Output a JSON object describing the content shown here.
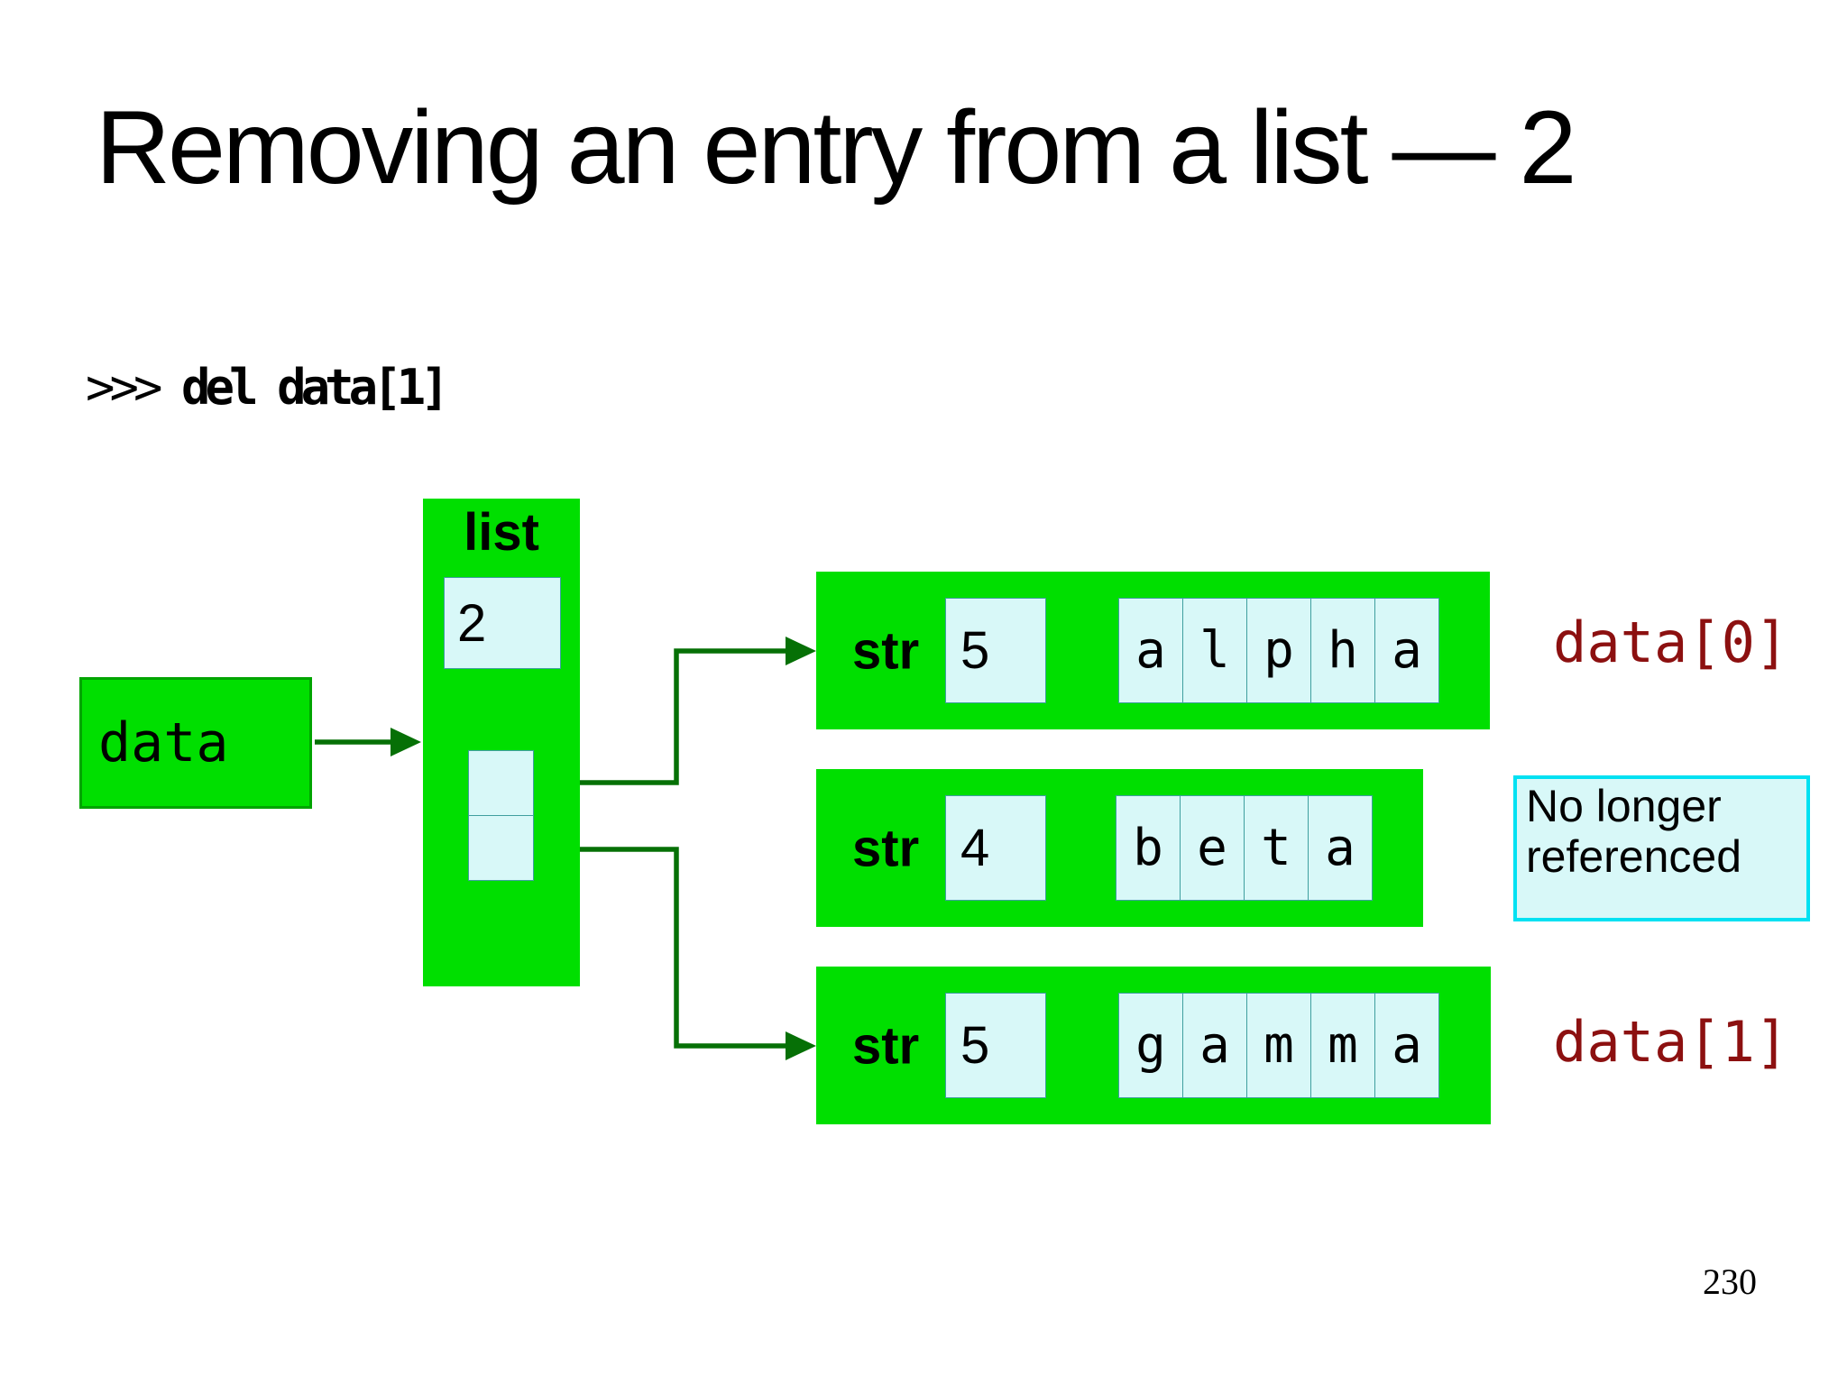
{
  "slide": {
    "title": "Removing an entry from a list — 2",
    "page_number": "230",
    "code": {
      "prompt": ">>> ",
      "statement": "del data[1]"
    }
  },
  "colors": {
    "green_fill": "#00df00",
    "dark_green_arrow": "#067006",
    "cell_fill": "#d8f8f8",
    "cell_border": "#3f9f9f",
    "cyan_note_border": "#00e1f2",
    "annotation_red": "#8c1010"
  },
  "diagram": {
    "variable_box": {
      "label": "data"
    },
    "list_box": {
      "type_label": "list",
      "length": "2"
    },
    "strings": [
      {
        "type_label": "str",
        "length": "5",
        "chars": [
          "a",
          "l",
          "p",
          "h",
          "a"
        ],
        "annotation": "data[0]"
      },
      {
        "type_label": "str",
        "length": "4",
        "chars": [
          "b",
          "e",
          "t",
          "a"
        ]
      },
      {
        "type_label": "str",
        "length": "5",
        "chars": [
          "g",
          "a",
          "m",
          "m",
          "a"
        ],
        "annotation": "data[1]"
      }
    ],
    "note": {
      "lines": [
        "No longer",
        "referenced"
      ]
    }
  }
}
